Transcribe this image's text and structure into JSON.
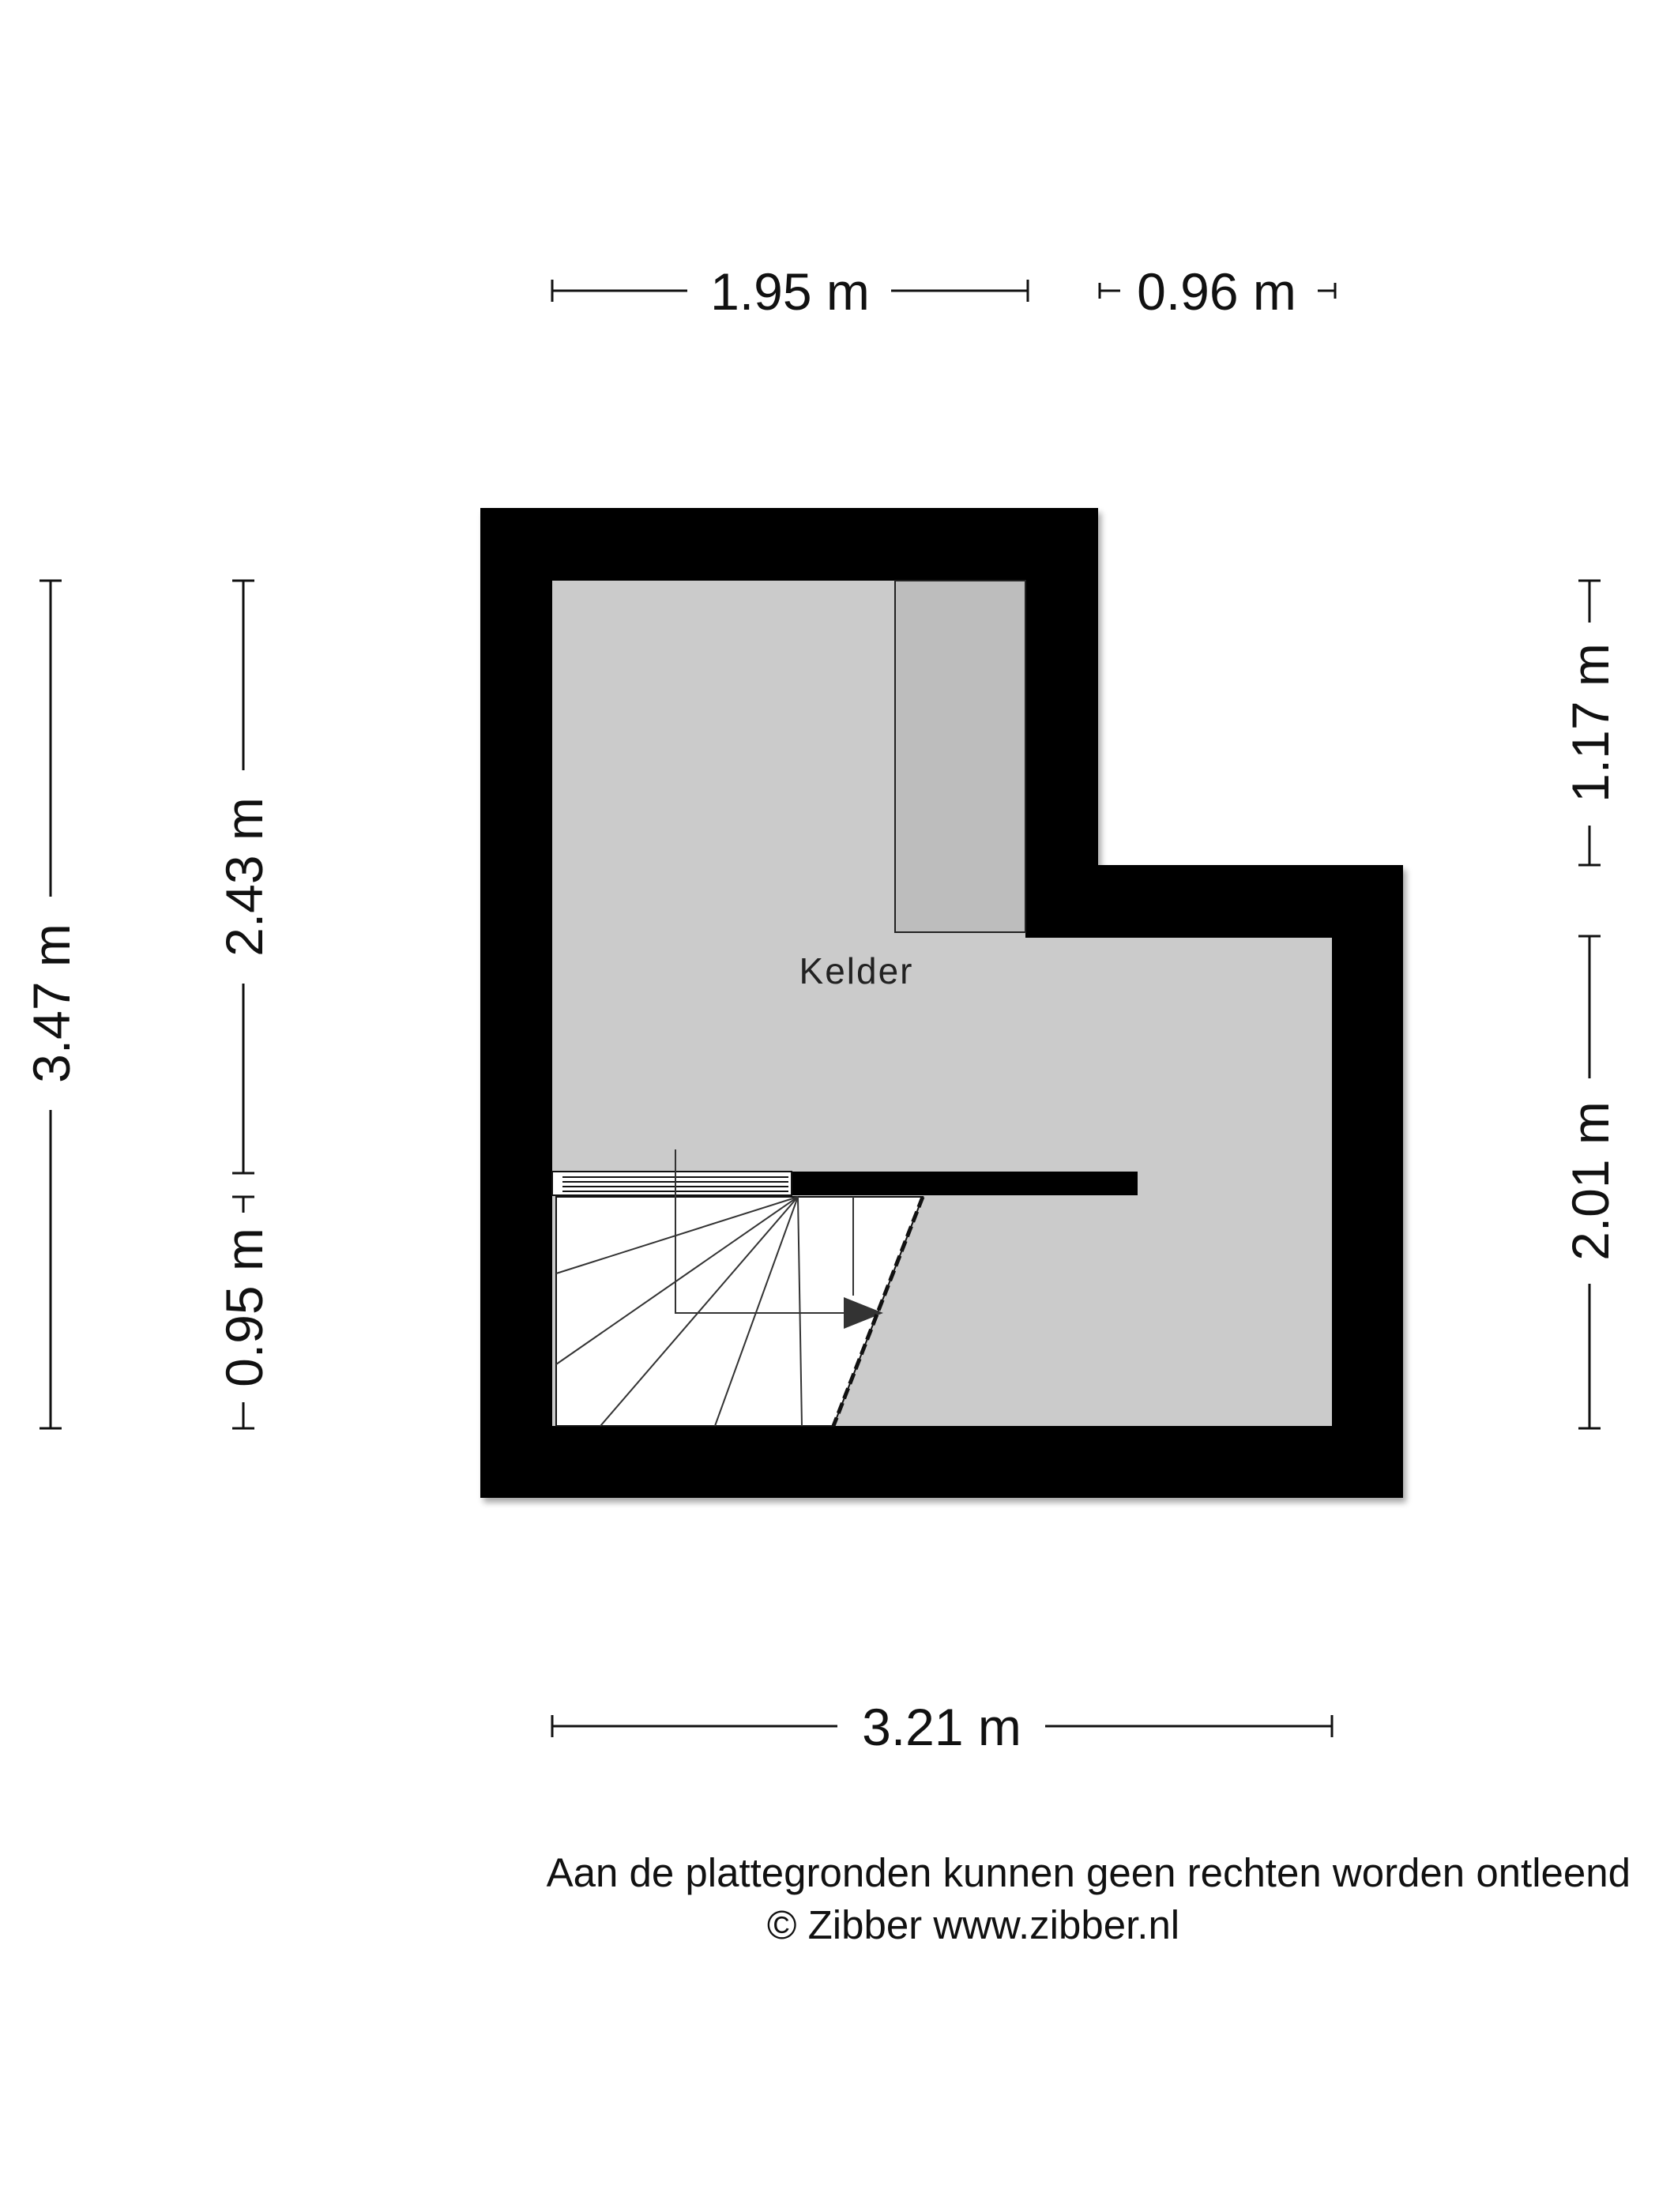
{
  "plan": {
    "room_name": "Kelder",
    "wall_color": "#000000",
    "floor_color": "#cbcbcb",
    "stair_color": "#ffffff"
  },
  "dimensions": {
    "top_left": "1.95 m",
    "top_right": "0.96 m",
    "bottom": "3.21 m",
    "left_outer": "3.47 m",
    "left_inner_top": "2.43 m",
    "left_inner_bottom": "0.95 m",
    "right_top": "1.17 m",
    "right_bottom": "2.01 m"
  },
  "footer": {
    "disclaimer": "Aan de plattegronden kunnen geen rechten worden ontleend",
    "copyright": "© Zibber www.zibber.nl"
  }
}
